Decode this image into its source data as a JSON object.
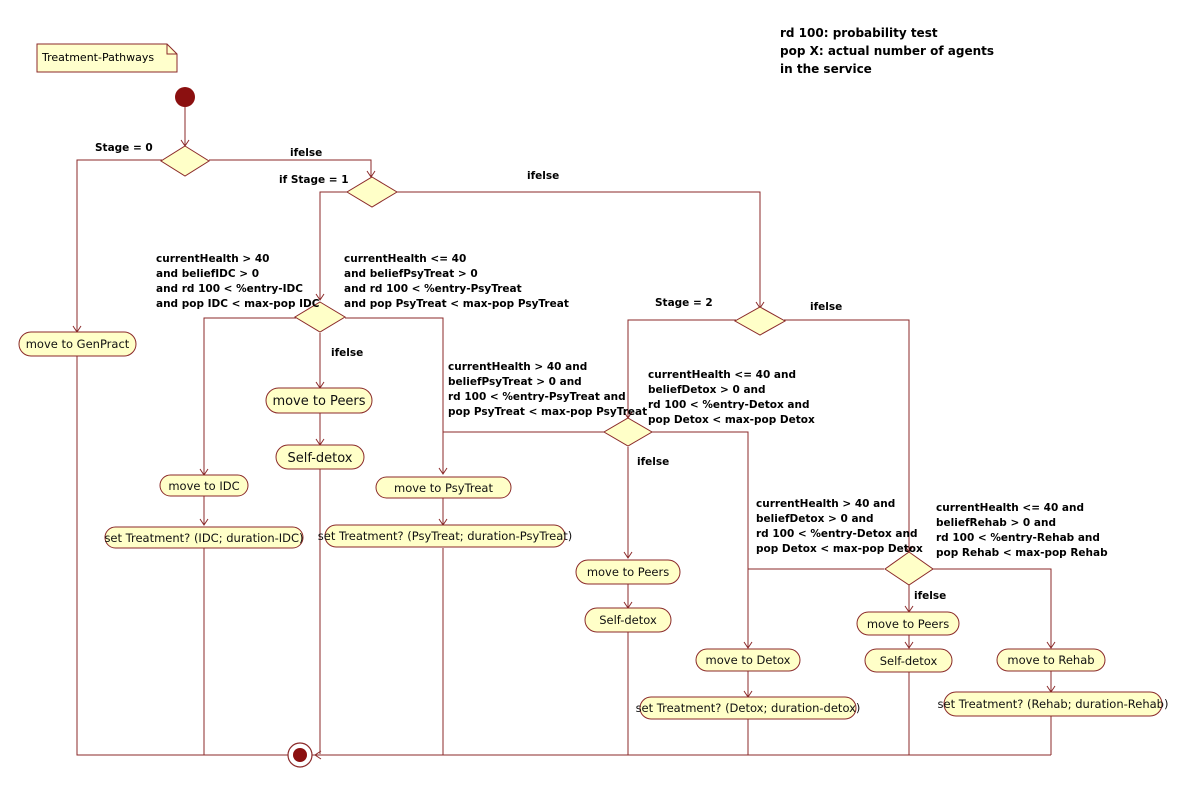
{
  "note": {
    "label": "Treatment-Pathways",
    "fill": "#ffffcc",
    "stroke": "#8b2a2a"
  },
  "legend": {
    "line1": "rd 100: probability test",
    "line2": "pop X: actual number of agents",
    "line3": "in the service"
  },
  "colors": {
    "node_fill": "#ffffc8",
    "node_stroke": "#8b2a2a",
    "edge": "#8b2a2a",
    "start_fill": "#8b1010"
  },
  "guards": {
    "stage0": "Stage = 0",
    "ifelse1": "ifelse",
    "ifstage1": "if Stage = 1",
    "ifelse2": "ifelse",
    "idc_cond": [
      "currentHealth > 40",
      "and beliefIDC > 0",
      "and rd 100 < %entry-IDC",
      "and pop IDC < max-pop IDC"
    ],
    "psy1_cond": [
      "currentHealth <= 40",
      "and beliefPsyTreat > 0",
      "and rd 100 < %entry-PsyTreat",
      "and pop PsyTreat < max-pop PsyTreat"
    ],
    "ifelse3": "ifelse",
    "psy2_cond": [
      "currentHealth > 40 and",
      "beliefPsyTreat > 0 and",
      "rd 100 < %entry-PsyTreat and",
      "pop PsyTreat < max-pop PsyTreat"
    ],
    "stage2": "Stage = 2",
    "ifelse4": "ifelse",
    "detox1_cond": [
      "currentHealth <= 40 and",
      "beliefDetox > 0 and",
      "rd 100 < %entry-Detox and",
      "pop Detox < max-pop Detox"
    ],
    "ifelse5": "ifelse",
    "detox2_cond": [
      "currentHealth > 40 and",
      "beliefDetox > 0 and",
      "rd 100 < %entry-Detox and",
      "pop Detox < max-pop Detox"
    ],
    "rehab_cond": [
      "currentHealth <= 40  and",
      "beliefRehab > 0 and",
      "rd 100 < %entry-Rehab and",
      "pop Rehab < max-pop Rehab"
    ],
    "ifelse6": "ifelse"
  },
  "nodes": {
    "genpract": "move to GenPract",
    "peers1": "move to Peers",
    "selfdetox1": "Self-detox",
    "idc": "move to IDC",
    "psytreat": "move to PsyTreat",
    "set_idc": "set Treatment? (IDC; duration-IDC)",
    "set_psy": "set Treatment? (PsyTreat; duration-PsyTreat)",
    "peers2": "move to Peers",
    "selfdetox2": "Self-detox",
    "detox": "move to Detox",
    "set_detox": "set Treatment? (Detox; duration-detox)",
    "peers3": "move to Peers",
    "selfdetox3": "Self-detox",
    "rehab": "move to Rehab",
    "set_rehab": "set Treatment? (Rehab; duration-Rehab)"
  }
}
